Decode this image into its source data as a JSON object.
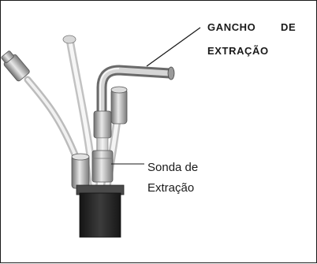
{
  "figure": {
    "labels": {
      "hook_word1": "GANCHO",
      "hook_word2": "DE",
      "hook_line2": "EXTRAÇÃO",
      "probe_line1": "Sonda de",
      "probe_line2": "Extração"
    },
    "colors": {
      "ink": "#1a1a1a",
      "metal": "#a8a8a8",
      "hose": "#e4e4e4",
      "base": "#2a2a2a"
    }
  }
}
